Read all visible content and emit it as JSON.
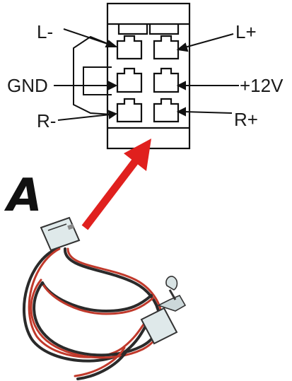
{
  "diagram": {
    "pins": {
      "l_minus": "L-",
      "l_plus": "L+",
      "gnd": "GND",
      "plus_12v": "+12V",
      "r_minus": "R-",
      "r_plus": "R+"
    },
    "part_letter": "A",
    "colors": {
      "line": "#111111",
      "arrow": "#e0201e",
      "cable_red": "#c0392b",
      "cable_dark": "#2a2a2a",
      "plug": "#dfe9ea"
    }
  }
}
